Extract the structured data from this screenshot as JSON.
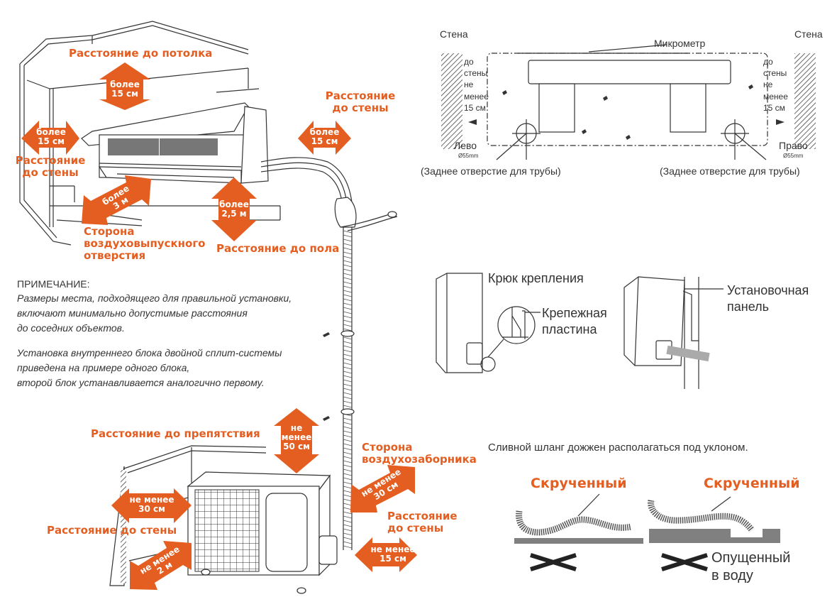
{
  "indoor_unit_diagram": {
    "labels": {
      "ceiling_distance": "Расстояние до потолка",
      "wall_distance_right": "Расстояние до стены",
      "wall_distance_left": "Расстояние до стены",
      "air_outlet_side": "Сторона воздуховыпускного отверстия",
      "floor_distance": "Расстояние до пола"
    },
    "arrows": {
      "ceiling": [
        "более",
        "15 см"
      ],
      "left_wall": [
        "более",
        "15 см"
      ],
      "right_wall": [
        "более",
        "15 см"
      ],
      "air_outlet": [
        "более",
        "3 м"
      ],
      "floor": [
        "более",
        "2,5 м"
      ]
    }
  },
  "mounting_plate_diagram": {
    "wall_left": "Стена",
    "wall_right": "Стена",
    "micrometer": "Микрометр",
    "left_clearance": [
      "до",
      "стены",
      "не",
      "менее",
      "15 см"
    ],
    "right_clearance": [
      "до",
      "стены",
      "не",
      "менее",
      "15 см"
    ],
    "left_label": "Лево",
    "right_label": "Право",
    "hole_diameter_left": "Ø55mm",
    "hole_diameter_right": "Ø55mm",
    "rear_hole_left": "(Заднее отверстие для трубы)",
    "rear_hole_right": "(Заднее отверстие для трубы)"
  },
  "note": {
    "title": "ПРИМЕЧАНИЕ:",
    "paragraph1": [
      "Размеры места, подходящего для правильной установки,",
      "включают минимально допустимые расстояния",
      "до соседних объектов."
    ],
    "paragraph2": [
      "Установка внутреннего блока двойной сплит-системы",
      "приведена на примере одного блока,",
      "второй блок устанавливается аналогично первому."
    ]
  },
  "hook_diagram": {
    "hook": "Крюк крепления",
    "plate": [
      "Крепежная",
      "пластина"
    ],
    "panel": [
      "Установочная",
      "панель"
    ]
  },
  "outdoor_unit_diagram": {
    "labels": {
      "obstacle_distance": "Расстояние до препятствия",
      "intake_side": [
        "Сторона",
        "воздухозаборника"
      ],
      "wall_distance_left": "Расстояние до стены",
      "wall_distance_right": [
        "Расстояние",
        "до стены"
      ]
    },
    "arrows": {
      "top": [
        "не",
        "менее",
        "50 см"
      ],
      "left": [
        "не менее",
        "30 см"
      ],
      "intake": [
        "не менее",
        "30 см"
      ],
      "front": [
        "не менее",
        "2 м"
      ],
      "right": [
        "не менее",
        "15 см"
      ]
    }
  },
  "drain_hose_diagram": {
    "instruction": "Сливной шланг дожжен располагаться под уклоном.",
    "twisted_left": "Скрученный",
    "twisted_right": "Скрученный",
    "submerged": [
      "Опущенный",
      "в воду"
    ]
  },
  "colors": {
    "accent": "#e35e20",
    "line": "#333333",
    "ground": "#808080"
  }
}
